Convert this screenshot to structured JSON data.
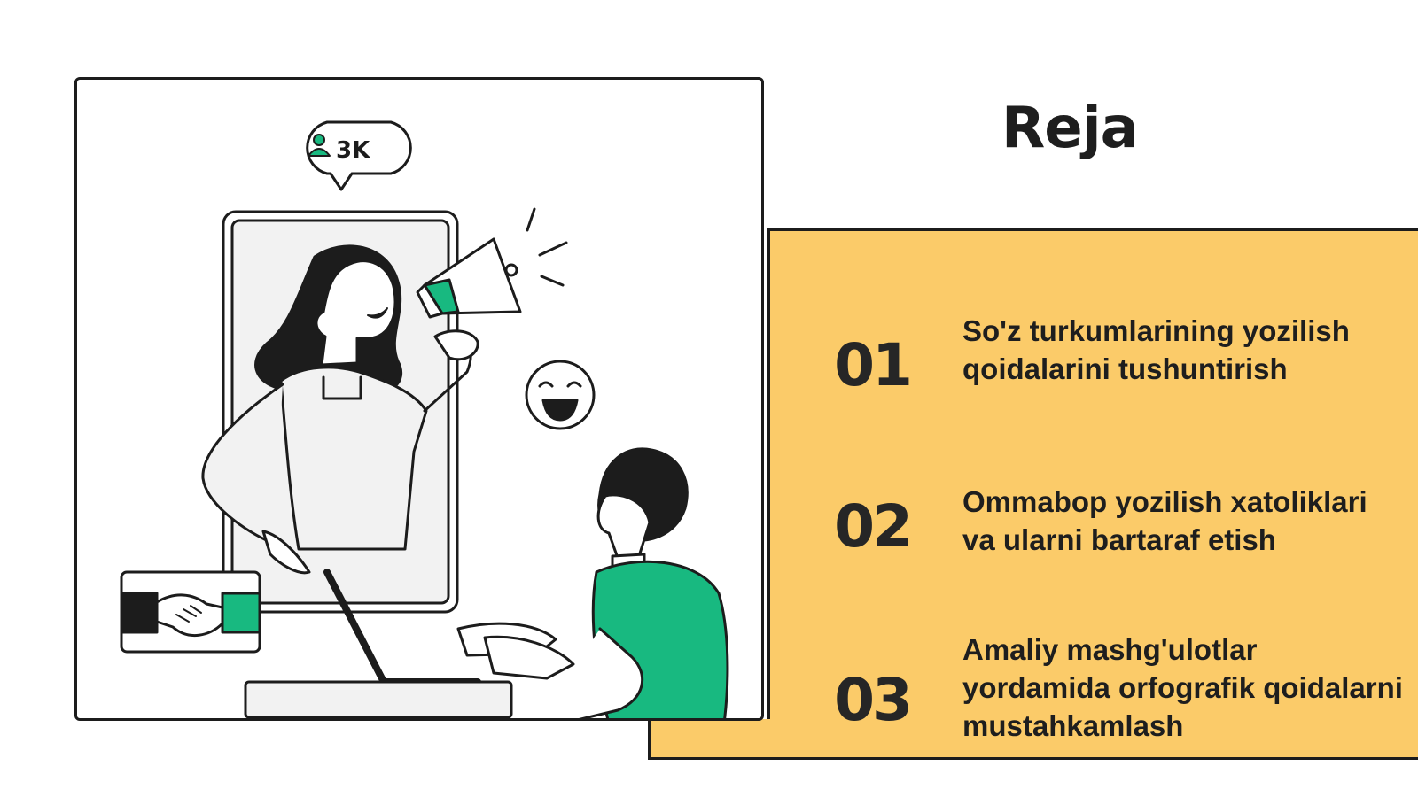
{
  "slide": {
    "title": "Reja",
    "accent_color": "#fbcb69",
    "ink_color": "#1c1c1c",
    "highlight_color": "#18b980"
  },
  "illustration": {
    "follower_badge": {
      "icon": "user-icon",
      "count": "3K"
    },
    "icons": [
      "megaphone-icon",
      "smiley-icon",
      "handshake-icon",
      "laptop-icon"
    ]
  },
  "plan_items": [
    {
      "number": "01",
      "text": "So'z turkumlarining yozilish qoidalarini tushuntirish"
    },
    {
      "number": "02",
      "text": "Ommabop yozilish xatoliklari va ularni bartaraf etish"
    },
    {
      "number": "03",
      "text": "Amaliy mashg'ulotlar yordamida orfografik qoidalarni mustahkamlash"
    }
  ]
}
